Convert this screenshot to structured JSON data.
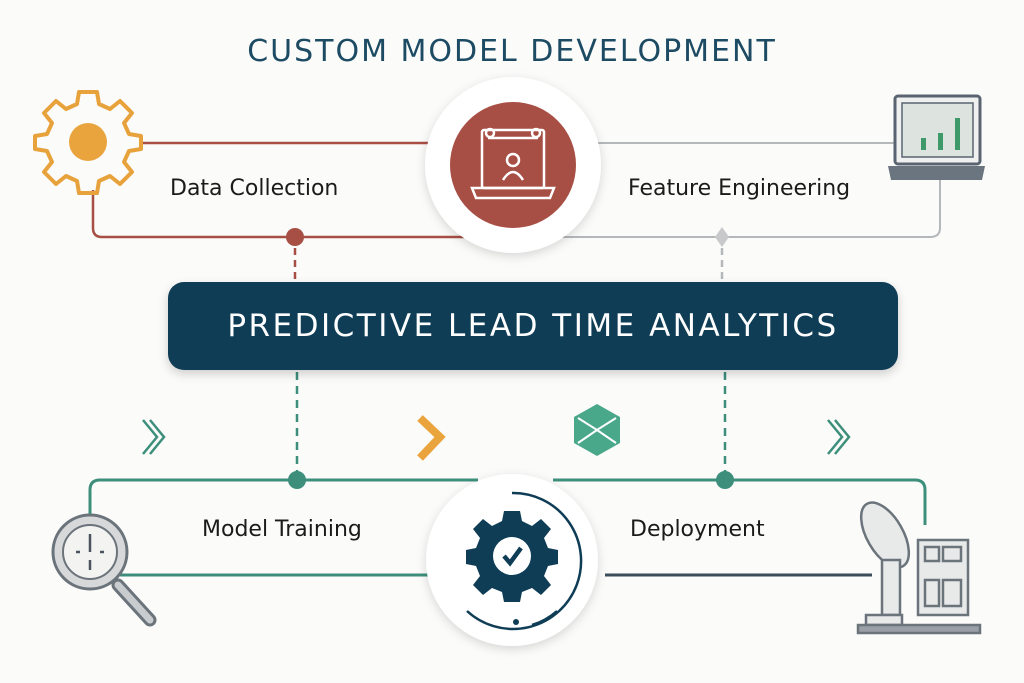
{
  "title": "CUSTOM MODEL DEVELOPMENT",
  "banner": "PREDICTIVE LEAD TIME ANALYTICS",
  "steps": [
    {
      "label": "Data Collection",
      "icon": "gear-icon"
    },
    {
      "label": "Feature Engineering",
      "icon": "laptop-chart-icon"
    },
    {
      "label": "Model Training",
      "icon": "magnifier-clock-icon"
    },
    {
      "label": "Deployment",
      "icon": "satellite-server-icon"
    }
  ],
  "colors": {
    "navy": "#0f3d56",
    "red": "#a84f45",
    "teal": "#3d8f7c",
    "orange": "#e8a23c",
    "gray": "#b5b8bb"
  }
}
